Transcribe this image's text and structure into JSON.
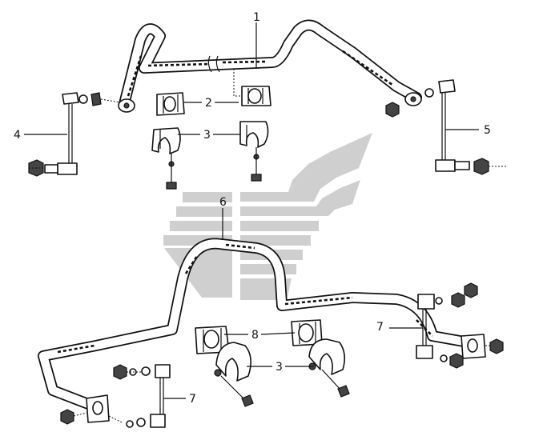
{
  "callouts": {
    "c1": "1",
    "c2": "2",
    "c3a": "3",
    "c4": "4",
    "c5": "5",
    "c6": "6",
    "c7a": "7",
    "c8": "8",
    "c3b": "3",
    "c7b": "7"
  },
  "colors": {
    "line": "#111111",
    "watermark": "#cfcfcf"
  }
}
